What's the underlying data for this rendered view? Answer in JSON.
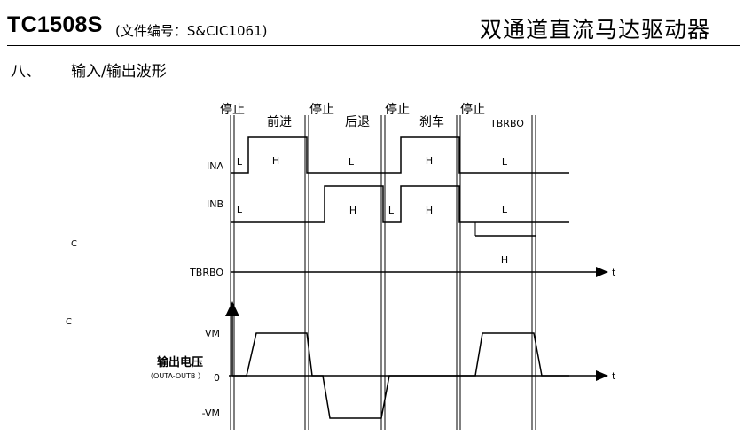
{
  "header": {
    "model": "TC1508S",
    "doc_code": "(文件编号：S&CIC1061)",
    "product_title": "双通道直流马达驱动器"
  },
  "section": {
    "number": "八、",
    "title": "输入/输出波形"
  },
  "diagram": {
    "modes": [
      "停止",
      "前进",
      "停止",
      "后退",
      "停止",
      "刹车",
      "停止",
      "TBRBO"
    ],
    "signals": {
      "ina": "INA",
      "inb": "INB",
      "tbrbo": "TBRBO",
      "output_name": "输出电压",
      "output_sub": "（OUTA-OUTB ）"
    },
    "levels": {
      "low": "L",
      "high": "H"
    },
    "voltages": {
      "vm": "VM",
      "zero": "0",
      "neg_vm": "-VM"
    },
    "axis": {
      "time": "t"
    },
    "side_marks": [
      "C",
      "C"
    ]
  }
}
